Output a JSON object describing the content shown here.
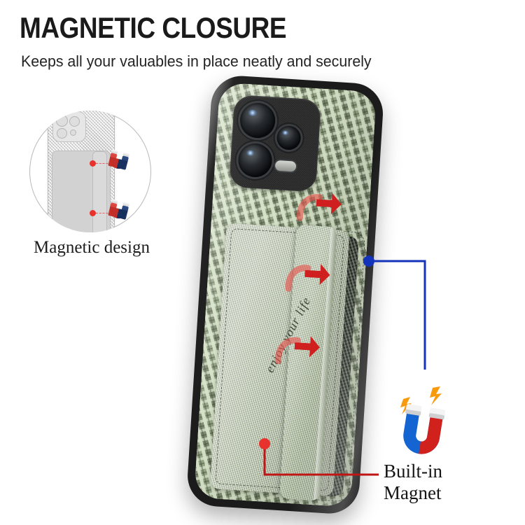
{
  "header": {
    "title": "MAGNETIC CLOSURE",
    "subtitle": "Keeps all your valuables in place neatly and securely"
  },
  "inset": {
    "label": "Magnetic design",
    "icon": "circle-diagram",
    "phone_icon": "phone-case-outline",
    "magnet_icon": "horseshoe-magnet-icon",
    "dot_color": "#e8322e"
  },
  "product": {
    "case_color": "#93a383",
    "bumper_color": "#1b1b1b",
    "script_text": "enjoy your life",
    "camera_icon": "camera-module",
    "arrow_color": "#d01f1f",
    "arrows": [
      "closure-arrow-1",
      "closure-arrow-2",
      "closure-arrow-3"
    ]
  },
  "callouts": [
    {
      "name": "magnet-callout",
      "label_line1": "Built-in",
      "label_line2": "Magnet",
      "icon": "horseshoe-magnet-icon",
      "line_color": "#c01515",
      "dot_color": "#e8322e"
    },
    {
      "name": "flap-callout",
      "line_color": "#1433bb",
      "dot_color": "#1433bb"
    }
  ],
  "colors": {
    "accent_red": "#d01f1f",
    "accent_blue": "#1433bb",
    "magnet_blue": "#1464d2",
    "magnet_red": "#d0211c",
    "bolt_orange": "#f79a0e",
    "background": "#ffffff"
  }
}
